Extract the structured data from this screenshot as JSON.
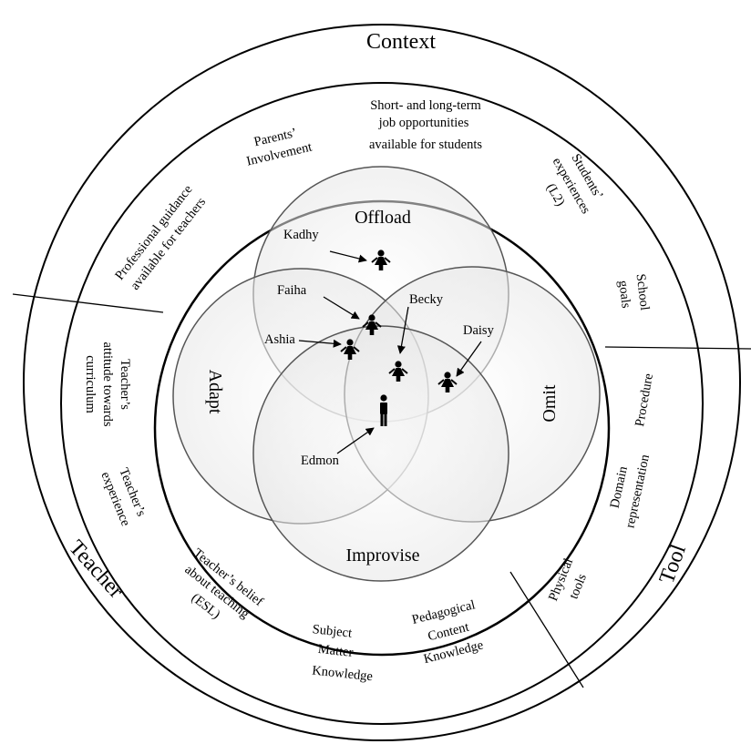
{
  "sectors": {
    "context": "Context",
    "teacher": "Teacher",
    "tool": "Tool"
  },
  "context_factors": {
    "parents": [
      "Parents’",
      "Involvement"
    ],
    "jobs": [
      "Short- and long-term",
      "job opportunities",
      "available for students"
    ],
    "prof_guidance": [
      "Professional guidance",
      "available for teachers"
    ],
    "students_exp": [
      "Students’",
      "experiences",
      "(L2)"
    ],
    "school_goals": [
      "School",
      "goals"
    ]
  },
  "teacher_factors": {
    "attitude": [
      "Teacher’s",
      "attitude towards",
      "curriculum"
    ],
    "experience": [
      "Teacher’s",
      "experience"
    ],
    "belief": [
      "Teacher’s belief",
      "about teaching",
      "(ESL)"
    ],
    "smk": [
      "Subject",
      "Matter",
      "Knowledge"
    ]
  },
  "tool_factors": {
    "pck": [
      "Pedagogical",
      "Content",
      "Knowledge"
    ],
    "procedure": "Procedure",
    "domain": [
      "Domain",
      "representation"
    ],
    "physical": [
      "Physical",
      "tools"
    ]
  },
  "strategies": {
    "offload": "Offload",
    "adapt": "Adapt",
    "omit": "Omit",
    "improvise": "Improvise"
  },
  "teachers": {
    "kadhy": "Kadhy",
    "faiha": "Faiha",
    "becky": "Becky",
    "ashia": "Ashia",
    "daisy": "Daisy",
    "edmon": "Edmon"
  }
}
